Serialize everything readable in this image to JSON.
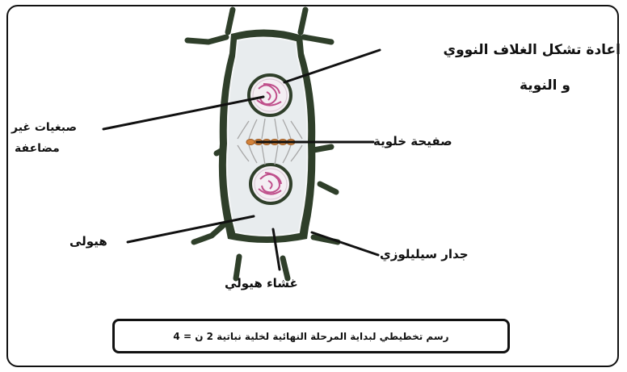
{
  "labels": {
    "nuclear_reform": "اعادة تشكل الغلاف النووي",
    "nucleolus": "و النوية",
    "chromatids_line1": "صبغيات غير",
    "chromatids_line2": "مضاعفة",
    "cell_plate": "صفيحة خلوية",
    "cytoplasm": "هيولى",
    "cell_wall": "جدار سيليلوزي",
    "membrane": "غشاء هيولي"
  },
  "caption": "رسم تخطيطي لبداية المرحلة النهائية لخلية نباتية 2 ن = 4",
  "colors": {
    "wall": "#2f3f2a",
    "cytoplasm": "#e8ecee",
    "nucleus_fill": "#f4eef3",
    "chromosome": "#c0508c",
    "plate_dot": "#d3823a",
    "spindle": "#a8a8a8"
  }
}
